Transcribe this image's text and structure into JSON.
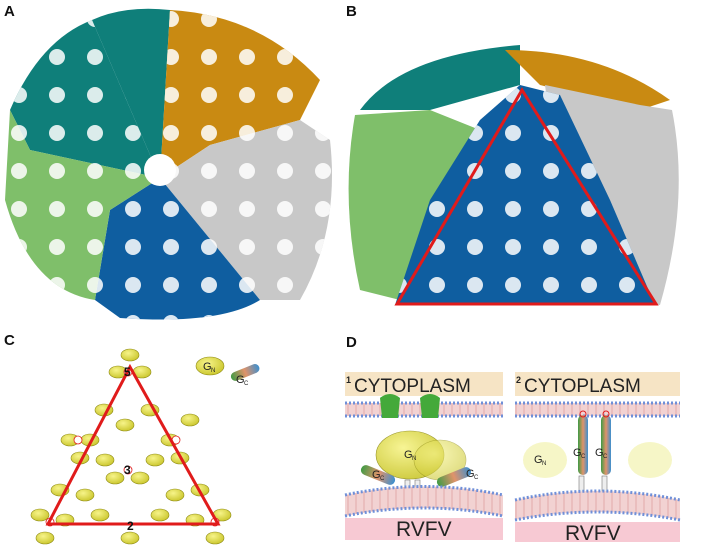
{
  "panels": {
    "a": {
      "letter": "A"
    },
    "b": {
      "letter": "B"
    },
    "c": {
      "letter": "C",
      "symmetry_labels": [
        "5",
        "3",
        "2"
      ],
      "gn_label": "G",
      "gn_sub": "N",
      "gc_label": "G",
      "gc_sub": "C"
    },
    "d": {
      "letter": "D",
      "left": {
        "number": "1",
        "title": "CYTOPLASM",
        "virus": "RVFV",
        "gn_label": "G",
        "gn_sub": "N",
        "gc_label": "G",
        "gc_sub": "C"
      },
      "right": {
        "number": "2",
        "title": "CYTOPLASM",
        "virus": "RVFV",
        "gn_label": "G",
        "gn_sub": "N",
        "gc_label": "G",
        "gc_sub": "C"
      }
    }
  },
  "colors": {
    "teal": "#0f7f7a",
    "orange": "#c98a12",
    "gray": "#c8c8c8",
    "blue": "#0f5ea0",
    "green": "#7fbf6a",
    "red": "#e01b1b",
    "cyto_bg": "#f6e4c5",
    "rvfv_bg": "#f7c9d3",
    "yellow": "#e6e34a"
  }
}
